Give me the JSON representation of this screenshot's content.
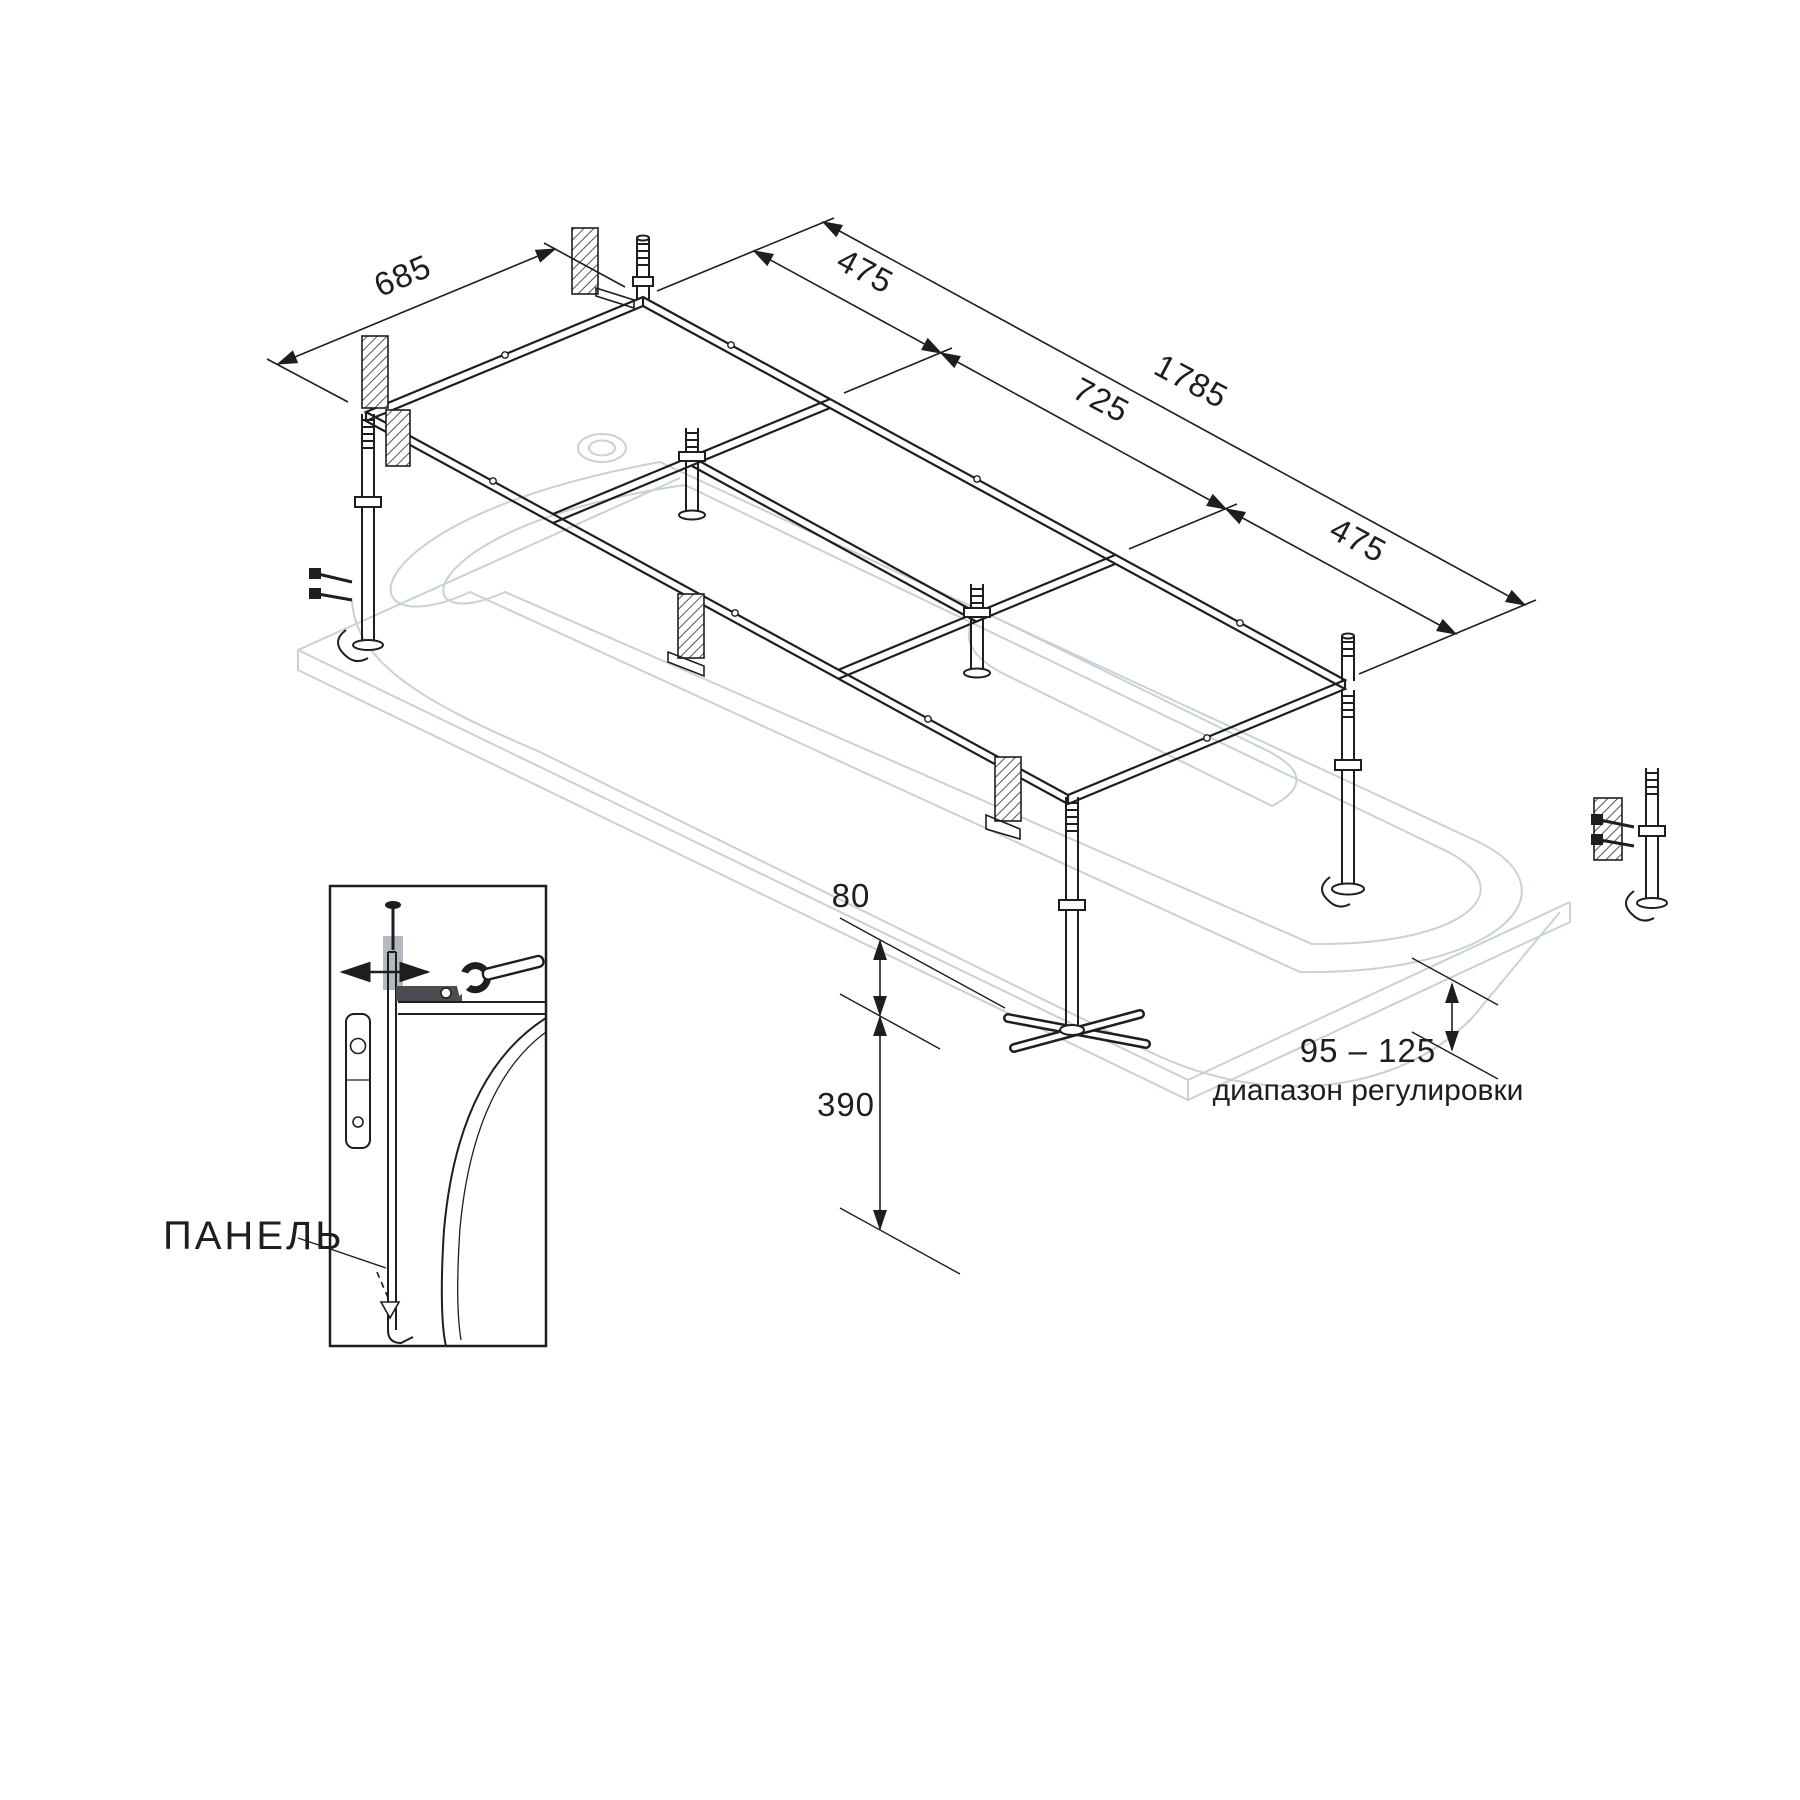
{
  "diagram": {
    "dims": {
      "width": "685",
      "segment_a": "475",
      "total": "1785",
      "segment_b": "725",
      "segment_c": "475",
      "gap": "80",
      "leg_height": "390",
      "range": "95 – 125",
      "range_caption": "диапазон регулировки"
    },
    "inset": {
      "label": "ПАНЕЛЬ"
    },
    "colors": {
      "ink": "#1e1e1e",
      "faint": "#c8d1d7",
      "hatch": "#555555"
    }
  }
}
